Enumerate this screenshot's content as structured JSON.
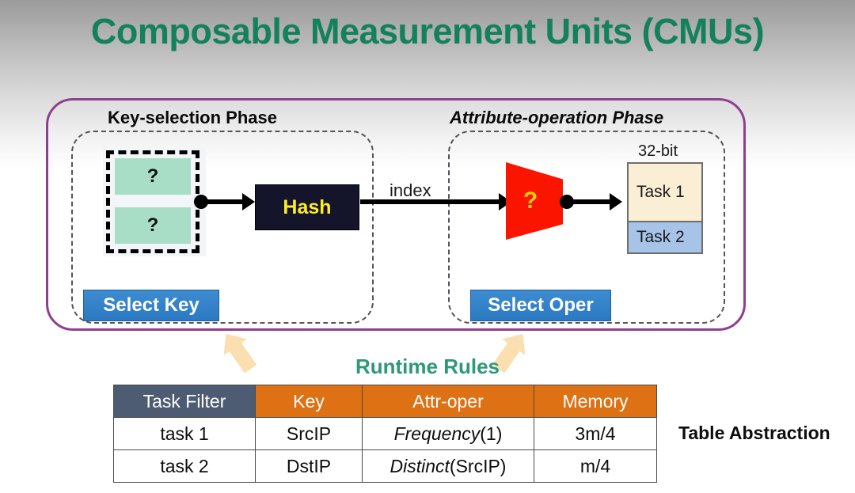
{
  "slide": {
    "title": "Composable Measurement Units (CMUs)",
    "title_color": "#13815c",
    "background": "light-gray-to-white-gradient"
  },
  "diagram": {
    "container_border_color": "#8e3f8e",
    "phases": [
      {
        "id": "key-selection",
        "label": "Key-selection Phase",
        "style": "bold"
      },
      {
        "id": "attribute-operation",
        "label": "Attribute-operation Phase",
        "style": "bold-italic"
      }
    ],
    "key_cells": [
      {
        "text": "?",
        "color": "#a8ddc6"
      },
      {
        "text": "?",
        "color": "#a8ddc6"
      }
    ],
    "hash_block": {
      "label": "Hash",
      "background": "#14142b",
      "text_color": "#fcee21"
    },
    "edge_labels": {
      "index": "index"
    },
    "mux": {
      "label": "?",
      "color": "#fb1400",
      "text_color": "#fcd200"
    },
    "memory": {
      "width_label": "32-bit",
      "cells": [
        {
          "label": "Task 1",
          "color": "#faeed4"
        },
        {
          "label": "Task 2",
          "color": "#a7c4e8"
        }
      ]
    },
    "buttons": [
      {
        "id": "select-key",
        "label": "Select Key",
        "color": "#2b79c2"
      },
      {
        "id": "select-oper",
        "label": "Select Oper",
        "color": "#2b79c2"
      }
    ]
  },
  "runtime_rules": {
    "heading": "Runtime Rules",
    "heading_color": "#2e9878",
    "columns": [
      "Task Filter",
      "Key",
      "Attr-oper",
      "Memory"
    ],
    "header_colors": [
      "#4e5c73",
      "#dd7113",
      "#dd7113",
      "#dd7113"
    ],
    "rows": [
      {
        "task_filter": "task 1",
        "key": "SrcIP",
        "attr_oper_fn": "Frequency",
        "attr_oper_arg": "(1)",
        "memory": "3m/4"
      },
      {
        "task_filter": "task 2",
        "key": "DstIP",
        "attr_oper_fn": "Distinct",
        "attr_oper_arg": "(SrcIP)",
        "memory": "m/4"
      }
    ]
  },
  "annotations": {
    "table_abstraction": "Table Abstraction"
  }
}
